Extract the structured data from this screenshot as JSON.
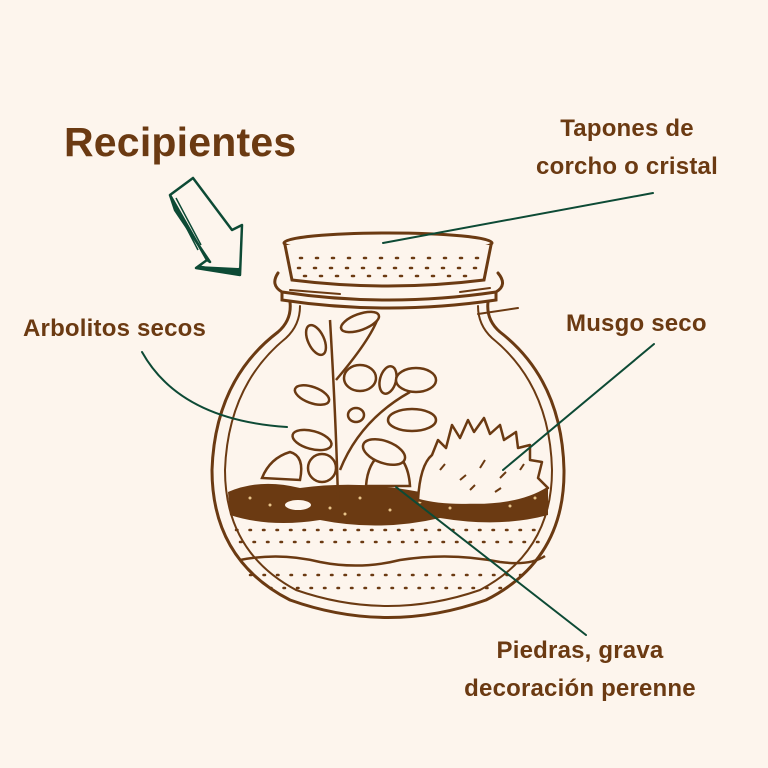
{
  "background_color": "#fdf5ed",
  "text_color": "#6b3a12",
  "leader_line_color": "#0d4a35",
  "illustration_color": "#6b3a12",
  "title": "Recipientes",
  "labels": {
    "tapones": {
      "line1": "Tapones de",
      "line2": "corcho o cristal"
    },
    "arbolitos": "Arbolitos secos",
    "musgo": "Musgo seco",
    "piedras": {
      "line1": "Piedras, grava",
      "line2": "decoración perenne"
    }
  },
  "icons": {
    "arrow": "hand-drawn-arrow-down-right-icon",
    "jar": "terrarium-jar-illustration"
  }
}
